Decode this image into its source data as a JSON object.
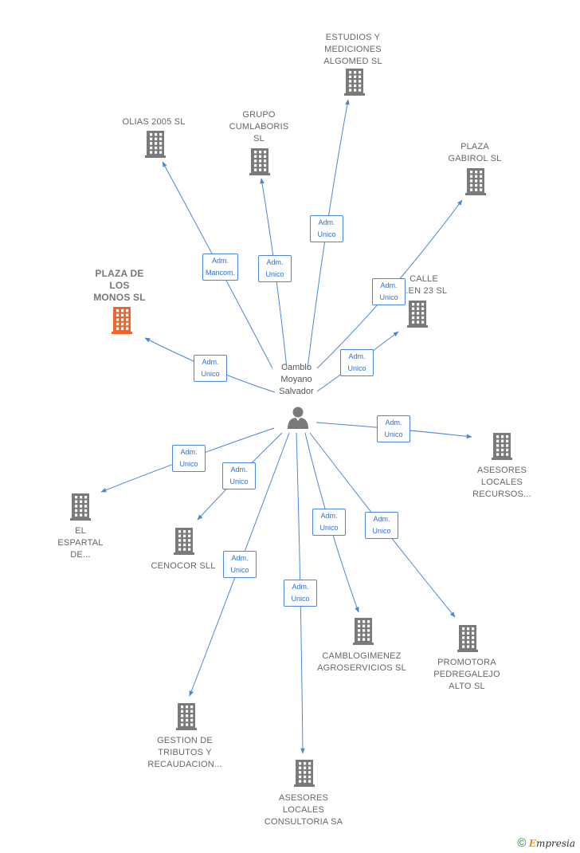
{
  "center": {
    "label": "Camblo\nMoyano\nSalvador"
  },
  "colors": {
    "edge": "#4a86d8",
    "building": "#7a7a7a",
    "building_highlight": "#f0642d",
    "person": "#7a7a7a"
  },
  "nodes": [
    {
      "id": "estudios",
      "label": "ESTUDIOS Y\nMEDICIONES\nALGOMED SL",
      "rel": "Adm.\nUnico",
      "highlight": false
    },
    {
      "id": "olias",
      "label": "OLIAS 2005 SL",
      "rel": "Adm.\nMancom.",
      "highlight": false
    },
    {
      "id": "grupo",
      "label": "GRUPO\nCUMLABORIS\nSL",
      "rel": "Adm.\nUnico",
      "highlight": false
    },
    {
      "id": "gabirol",
      "label": "PLAZA\nGABIROL SL",
      "rel": "Adm.\nUnico",
      "highlight": false
    },
    {
      "id": "calle",
      "label": "CALLE\n...EN 23 SL",
      "rel": "Adm.\nUnico",
      "highlight": false
    },
    {
      "id": "monos",
      "label": "PLAZA DE\nLOS\nMONOS SL",
      "rel": "Adm.\nUnico",
      "highlight": true
    },
    {
      "id": "recursos",
      "label": "ASESORES\nLOCALES\nRECURSOS...",
      "rel": "Adm.\nUnico",
      "highlight": false
    },
    {
      "id": "espartal",
      "label": "EL\nESPARTAL\nDE...",
      "rel": "Adm.\nUnico",
      "highlight": false
    },
    {
      "id": "cenocor",
      "label": "CENOCOR  SLL",
      "rel": "Adm.\nUnico",
      "highlight": false
    },
    {
      "id": "camblogimenez",
      "label": "CAMBLOGIMENEZ\nAGROSERVICIOS SL",
      "rel": "Adm.\nUnico",
      "highlight": false
    },
    {
      "id": "promotora",
      "label": "PROMOTORA\nPEDREGALEJO\nALTO SL",
      "rel": "Adm.\nUnico",
      "highlight": false
    },
    {
      "id": "gestion",
      "label": "GESTION DE\nTRIBUTOS Y\nRECAUDACION...",
      "rel": "Adm.\nUnico",
      "highlight": false
    },
    {
      "id": "consultoria",
      "label": "ASESORES\nLOCALES\nCONSULTORIA SA",
      "rel": "Adm.\nUnico",
      "highlight": false
    }
  ],
  "footer": {
    "symbol": "©",
    "brand_initial": "E",
    "brand_rest": "mpresia"
  }
}
